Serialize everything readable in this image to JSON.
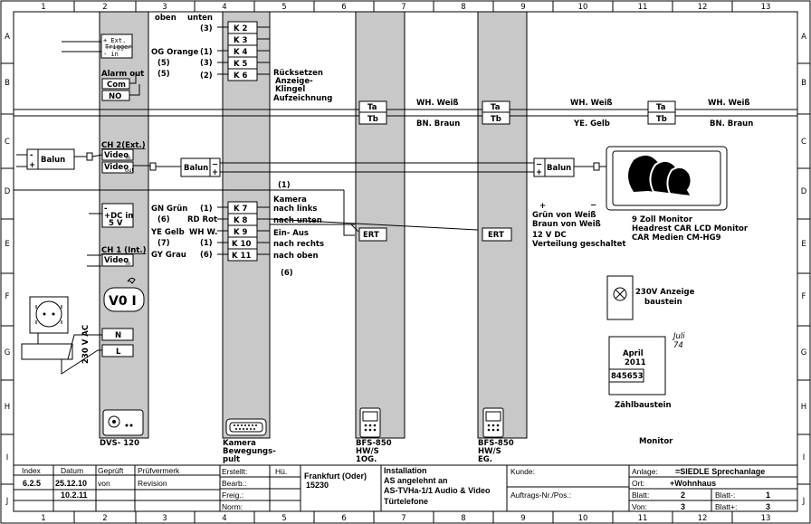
{
  "grid": {
    "cols": [
      "1",
      "2",
      "3",
      "4",
      "5",
      "6",
      "7",
      "8",
      "9",
      "10",
      "11",
      "12",
      "13"
    ],
    "rows": [
      "A",
      "B",
      "C",
      "D",
      "E",
      "F",
      "G",
      "H",
      "I",
      "J"
    ]
  },
  "dvs": {
    "ext_trigger_plus": "+ Ext.",
    "ext_trigger_label": "Trigger",
    "ext_trigger_minus": "- in",
    "alarm_out": "Alarm out",
    "com": "Com",
    "no": "NO",
    "ch2": "CH 2(Ext.)",
    "video_in": "Video",
    "video_in_sub": "in",
    "video_out": "Video",
    "video_out_sub": "out",
    "dc_minus": "-",
    "dc_plus": "+DC in",
    "dc_volt": "5 V",
    "ch1": "CH 1 (Int.)",
    "ch1_video": "Video",
    "ch1_video_sub": "in",
    "vo_label": "V0  I",
    "n": "N",
    "l": "L",
    "ac": "230 V AC",
    "name": "DVS- 120"
  },
  "balun": "Balun",
  "kamera_header": {
    "oben": "oben",
    "unten": "unten"
  },
  "k_upper": [
    {
      "pin": "(3)",
      "label": "",
      "name": "K 2"
    },
    {
      "pin": "",
      "label": "",
      "name": "K 3"
    },
    {
      "pin": "(1)",
      "label": "OG Orange",
      "name": "K 4"
    },
    {
      "pin": "(3)",
      "label": "(5)",
      "name": "K 5"
    },
    {
      "pin": "(2)",
      "label": "(5)",
      "name": "K 6"
    }
  ],
  "ruecksetzen": [
    "Rücksetzen",
    "Anzeige-",
    "Klingel",
    "Aufzeichnung"
  ],
  "k_lower": [
    {
      "pin": "(1)",
      "label": "GN Grün",
      "name": "K 7"
    },
    {
      "pin": "(6)",
      "label": "RD Rot",
      "name": "K 8"
    },
    {
      "pin": "",
      "label": "WH W.",
      "name": "K 9"
    },
    {
      "pin": "(1)",
      "label": "",
      "name": "K 10"
    },
    {
      "pin": "(6)",
      "label": "",
      "name": "K 11"
    }
  ],
  "k_lower_left": [
    "",
    "(6)",
    "YE Gelb",
    "(7)",
    "GY Grau"
  ],
  "kamera_cmds": {
    "top": "(1)",
    "kamera": "Kamera",
    "links": "nach links",
    "unten": "nach unten",
    "einaus": "Ein- Aus",
    "rechts": "nach rechts",
    "oben": "nach oben",
    "bottom": "(6)"
  },
  "kamera_pult": [
    "Kamera",
    "Bewegungs-",
    "pult"
  ],
  "bus": {
    "ta": "Ta",
    "tb": "Tb",
    "wh": "WH. Weiß",
    "bn": "BN. Braun",
    "ye": "YE. Gelb"
  },
  "ert": "ERT",
  "bfs1": [
    "BFS-850",
    "HW/S",
    "1OG."
  ],
  "bfs2": [
    "BFS-850",
    "HW/S",
    "EG."
  ],
  "power": {
    "plus": "+",
    "minus": "−",
    "gruen": "Grün  von   Weiß",
    "braun": "Braun von   Weiß",
    "dc": "12 V DC",
    "verteilung": "Verteilung geschaltet"
  },
  "monitor_text": [
    "9 Zoll Monitor",
    "Headrest CAR LCD Monitor",
    "CAR Medien CM-HG9"
  ],
  "anzeige": [
    "230V Anzeige",
    "baustein"
  ],
  "zaehl": {
    "hand1": "Juli",
    "hand2": "74",
    "month": "April",
    "year": "2011",
    "num": "845653",
    "label": "Zählbaustein"
  },
  "monitor_label": "Monitor",
  "title_block": {
    "index_h": "Index",
    "datum_h": "Datum",
    "geprueft_h": "Geprüft",
    "pruefvermerk_h": "Prüfvermerk",
    "index_v": "6.2.5",
    "datum_v1": "25.12.10",
    "datum_v2": "10.2.11",
    "von": "von",
    "revision": "Revision",
    "erstellt": "Erstellt:",
    "erstellt_v": "Hü.",
    "bearb": "Bearb.:",
    "freig": "Freig.:",
    "norm": "Norm:",
    "city": "Frankfurt (Oder)",
    "zip": "15230",
    "install": [
      "Installation",
      "AS angelehnt an",
      "AS-TVHa-1/1 Audio & Video",
      "Türtelefone"
    ],
    "kunde": "Kunde:",
    "auftrag": "Auftrags-Nr./Pos.:",
    "anlage": "Anlage:",
    "anlage_v": "=SIEDLE Sprechanlage",
    "ort": "Ort:",
    "ort_v": "+Wohnhaus",
    "blatt": "Blatt:",
    "blatt_v": "2",
    "von2": "Von:",
    "von2_v": "3",
    "blattm": "Blatt-:",
    "blattm_v": "1",
    "blattp": "Blatt+:",
    "blattp_v": "3"
  }
}
